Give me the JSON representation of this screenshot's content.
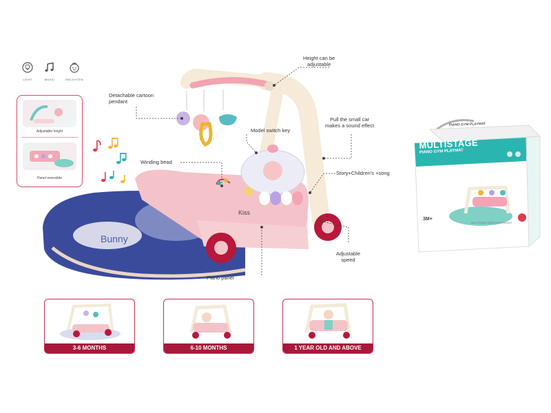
{
  "features": [
    {
      "label": "LIGHT",
      "icon": "bulb-icon"
    },
    {
      "label": "MUSIC",
      "icon": "music-note-icon"
    },
    {
      "label": "ENLIGHTEN",
      "icon": "baby-face-icon"
    }
  ],
  "side_card": {
    "caption_top": "Adjustable height",
    "caption_bottom": "Panel reversible"
  },
  "callouts": {
    "height": "Height can be\nadjustable",
    "pendant": "Detachable cartoon\npendant",
    "car": "Pull the small car\nmakes a sound effect",
    "mode": "Model switch key",
    "bead": "Winding bead",
    "story": "Story+Children's +song",
    "speed": "Adjustable\nspeed",
    "piano": "Piano panel"
  },
  "product": {
    "mat_text": "Bunny",
    "panel_text": "Kiss"
  },
  "box": {
    "title_line1": "MULTISTAGE",
    "title_line2": "PIANO GYM PLAYMAT",
    "top_text": "PIANO GYM PLAYMAT",
    "age": "3M+",
    "small_text": "MULTISTAGE PIANO GYM PLAYMAT"
  },
  "stages": [
    {
      "label": "3-6 MONTHS"
    },
    {
      "label": "6-10 MONTHS"
    },
    {
      "label": "1 YEAR OLD AND ABOVE"
    }
  ],
  "colors": {
    "accent_red": "#a8183b",
    "card_border": "#d8485f",
    "box_teal": "#2bb5b0",
    "product_pink": "#f4c3c9",
    "mat_blue": "#3b4b9b"
  }
}
